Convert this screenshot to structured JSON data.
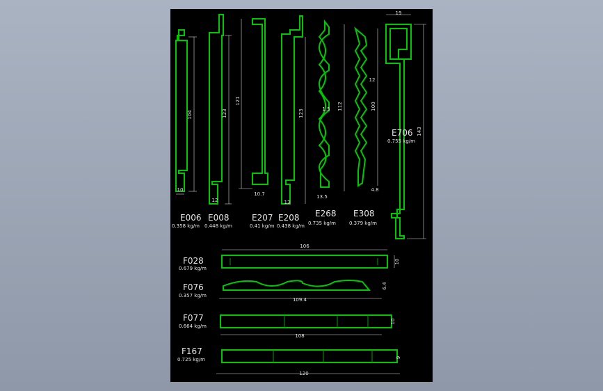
{
  "colors": {
    "background": "#8e98a8",
    "sheet": "#000000",
    "profile": "#00c800",
    "dimension": "#d8d8d8"
  },
  "profiles": [
    {
      "code": "E006",
      "weight": "0.358 kg/m",
      "dims": [
        "104",
        "10"
      ]
    },
    {
      "code": "E008",
      "weight": "0.448 kg/m",
      "dims": [
        "123",
        "12"
      ]
    },
    {
      "code": "E207",
      "weight": "0.41 kg/m",
      "dims": [
        "121",
        "10.7"
      ]
    },
    {
      "code": "E208",
      "weight": "0.438 kg/m",
      "dims": [
        "123",
        "13"
      ]
    },
    {
      "code": "E268",
      "weight": "0.735 kg/m",
      "dims": [
        "112",
        "13.5",
        "1.5"
      ]
    },
    {
      "code": "E308",
      "weight": "0.379 kg/m",
      "dims": [
        "100",
        "12",
        "4.8"
      ]
    },
    {
      "code": "E706",
      "weight": "0.755 kg/m",
      "dims": [
        "19",
        "143"
      ]
    },
    {
      "code": "F028",
      "weight": "0.679 kg/m",
      "dims": [
        "106",
        "10"
      ]
    },
    {
      "code": "F076",
      "weight": "0.357 kg/m",
      "dims": [
        "109.4",
        "6.4"
      ]
    },
    {
      "code": "F077",
      "weight": "0.664 kg/m",
      "dims": [
        "108",
        "10"
      ]
    },
    {
      "code": "F167",
      "weight": "0.725 kg/m",
      "dims": [
        "120",
        "9"
      ]
    }
  ]
}
